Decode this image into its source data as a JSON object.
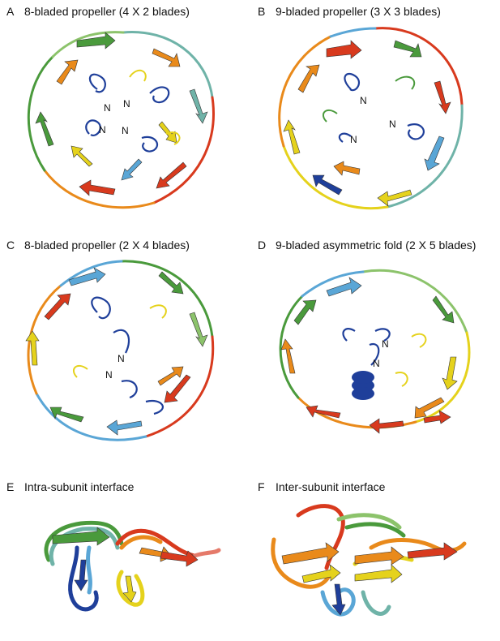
{
  "panels": [
    {
      "letter": "A",
      "title": "8-bladed propeller (4 X 2 blades)",
      "n_labels": [
        "N",
        "N",
        "N",
        "N"
      ]
    },
    {
      "letter": "B",
      "title": "9-bladed propeller (3 X 3 blades)",
      "n_labels": [
        "N",
        "N",
        "N"
      ]
    },
    {
      "letter": "C",
      "title": "8-bladed propeller (2 X 4 blades)",
      "n_labels": [
        "N",
        "N"
      ]
    },
    {
      "letter": "D",
      "title": "9-bladed asymmetric fold (2 X 5 blades)",
      "n_labels": [
        "N",
        "N"
      ]
    },
    {
      "letter": "E",
      "title": "Intra-subunit interface"
    },
    {
      "letter": "F",
      "title": "Inter-subunit interface"
    }
  ],
  "colors": {
    "blue": "#1f3f9a",
    "lightblue": "#5aa6d6",
    "teal": "#6fb3a8",
    "green": "#4a9a3c",
    "lightgreen": "#8cc36b",
    "yellow": "#e5d21c",
    "orange": "#e98a1b",
    "red": "#d83a1e"
  }
}
